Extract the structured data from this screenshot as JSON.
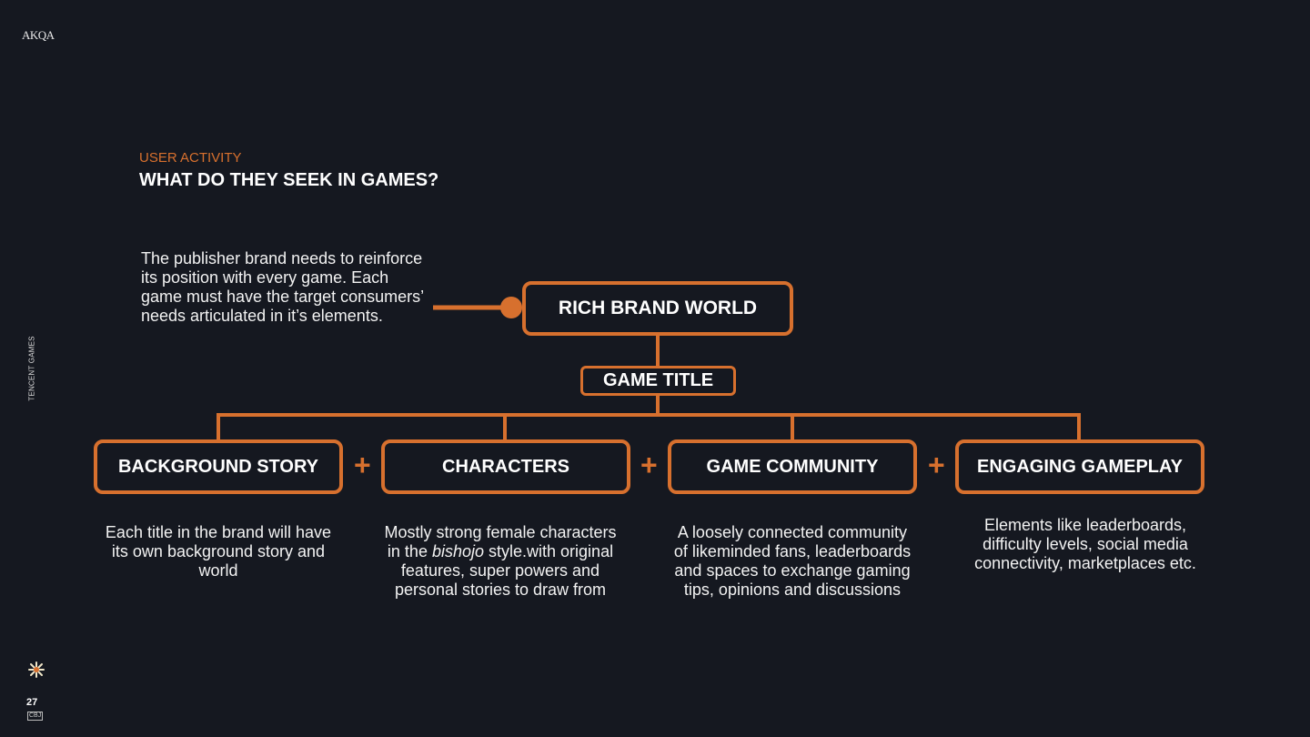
{
  "brand": {
    "logo": "AKQA",
    "side_label": "TENCENT GAMES"
  },
  "header": {
    "eyebrow": "USER ACTIVITY",
    "title": "WHAT DO THEY SEEK IN GAMES?"
  },
  "intro": "The publisher brand needs to reinforce its position with every game. Each game must have the target consumers’ needs articulated in it’s elements.",
  "diagram": {
    "root": "RICH BRAND WORLD",
    "node": "GAME TITLE",
    "plus_symbol": "+",
    "categories": [
      {
        "label": "BACKGROUND STORY",
        "description": "Each title in the brand will have its own background story and world"
      },
      {
        "label": "CHARACTERS",
        "description_before": "Mostly strong female characters in the ",
        "description_italic": "bishojo",
        "description_after": " style.with original features, super powers and personal stories to draw from"
      },
      {
        "label": "GAME COMMUNITY",
        "description": "A loosely connected community of likeminded fans, leaderboards and spaces to exchange gaming tips, opinions and discussions"
      },
      {
        "label": "ENGAGING GAMEPLAY",
        "description": "Elements like leaderboards, difficulty  levels, social media connectivity, marketplaces etc."
      }
    ]
  },
  "footer": {
    "page_number": "27",
    "page_badge": "CBJ"
  },
  "colors": {
    "accent": "#d7702e",
    "background": "#151820",
    "text": "#ffffff"
  },
  "icons": {
    "footer_icon": "star-burst-icon"
  }
}
